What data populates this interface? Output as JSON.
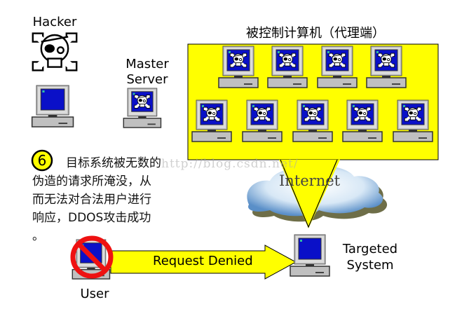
{
  "hacker": {
    "label": "Hacker"
  },
  "master_server": {
    "label_line1": "Master",
    "label_line2": "Server"
  },
  "agents": {
    "title": "被控制计算机（代理端）",
    "row1_count": 4,
    "row2_count": 5
  },
  "internet": {
    "label": "Internet"
  },
  "step": {
    "number": "6",
    "description_lines": [
      "目标系统被无数的",
      "伪造的请求所淹没，从",
      "而无法对合法用户进行",
      "响应，DDOS攻击成功",
      "。"
    ]
  },
  "user": {
    "label": "User"
  },
  "request": {
    "label": "Request Denied"
  },
  "target": {
    "label_line1": "Targeted",
    "label_line2": "System"
  },
  "watermark": {
    "text": "http://blog.csdn.net/"
  },
  "colors": {
    "yellow": "#ffff00",
    "screen_blue": "#0a10c8",
    "monitor_gray": "#c0c0c0",
    "forbidden_red": "#ee1111"
  }
}
